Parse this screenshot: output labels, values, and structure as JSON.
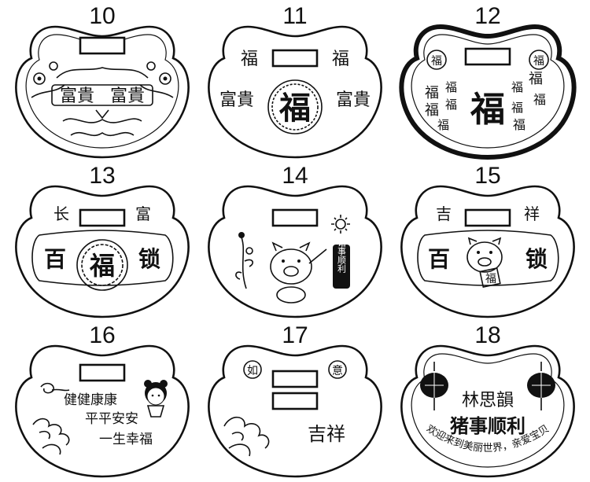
{
  "locks": [
    {
      "number": "10",
      "texts": [
        "富貴",
        "富貴"
      ]
    },
    {
      "number": "11",
      "texts": [
        "福",
        "福",
        "富貴",
        "富貴",
        "福"
      ]
    },
    {
      "number": "12",
      "texts": [
        "福",
        "福",
        "福",
        "福",
        "福",
        "福",
        "福",
        "福",
        "福",
        "福",
        "福",
        "福",
        "福"
      ]
    },
    {
      "number": "13",
      "texts": [
        "长",
        "富",
        "百",
        "福",
        "锁"
      ]
    },
    {
      "number": "14",
      "texts": [
        "诸事顺利"
      ]
    },
    {
      "number": "15",
      "texts": [
        "吉",
        "祥",
        "百",
        "锁",
        "福"
      ]
    },
    {
      "number": "16",
      "texts": [
        "健健康康",
        "平平安安",
        "一生幸福"
      ]
    },
    {
      "number": "17",
      "texts": [
        "如",
        "意",
        "吉祥"
      ]
    },
    {
      "number": "18",
      "texts": [
        "林思韻",
        "猪事顺利",
        "欢迎来到美丽世界，亲爱宝贝"
      ]
    }
  ]
}
